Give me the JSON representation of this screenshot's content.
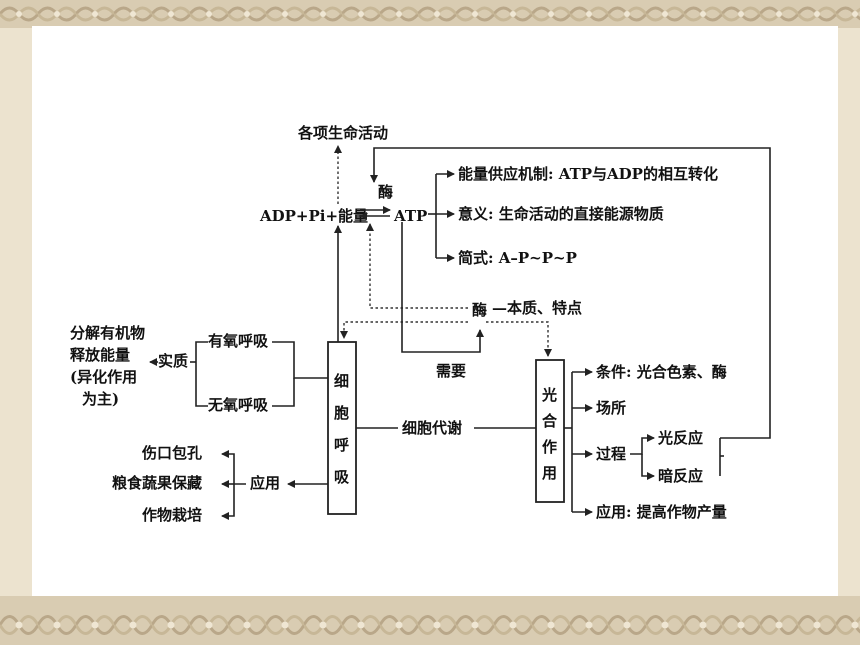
{
  "diagram": {
    "top": {
      "life_activities": "各项生命活动",
      "enzyme_top": "酶"
    },
    "atp_cycle": {
      "left": "ADP+Pi+能量",
      "right": "ATP"
    },
    "atp_branches": {
      "mechanism": "能量供应机制: ATP与ADP的相互转化",
      "meaning": "意义: 生命活动的直接能源物质",
      "formula": "简式: A–P~P~P"
    },
    "enzyme": {
      "label": "酶",
      "desc": "—本质、特点"
    },
    "need": "需要",
    "cell_metabolism": "细胞代谢",
    "respiration": {
      "box": [
        "细",
        "胞",
        "呼",
        "吸"
      ],
      "aerobic": "有氧呼吸",
      "anaerobic": "无氧呼吸",
      "essence": "实质",
      "essence_text": [
        "分解有机物",
        "释放能量",
        "(异化作用",
        "为主)"
      ],
      "application": "应用",
      "apps": [
        "伤口包孔",
        "粮食蔬果保藏",
        "作物栽培"
      ]
    },
    "photosynthesis": {
      "box": [
        "光",
        "合",
        "作",
        "用"
      ],
      "conditions": "条件: 光合色素、酶",
      "place": "场所",
      "process": "过程",
      "light": "光反应",
      "dark": "暗反应",
      "application": "应用: 提高作物产量"
    }
  }
}
